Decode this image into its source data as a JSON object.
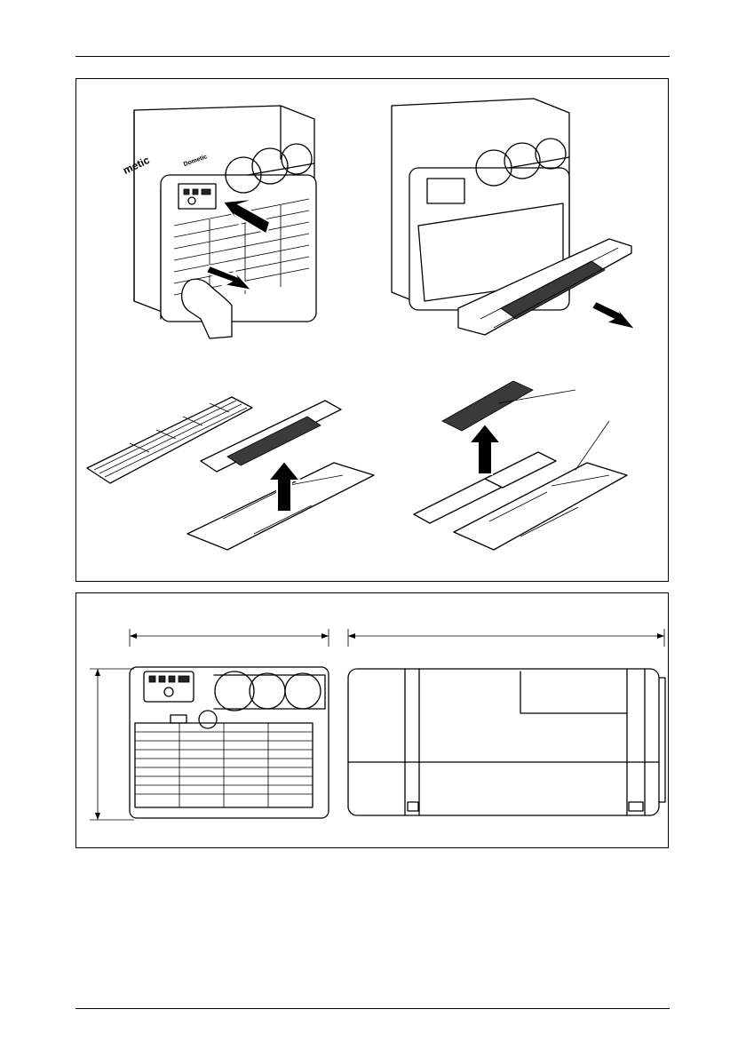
{
  "brand": {
    "large_text": "metic",
    "small_text": "Dometic"
  },
  "panels": {
    "filter_steps": {
      "steps": [
        "remove-grille",
        "pull-out-filter-frame",
        "separate-grille-and-frame",
        "separate-carbon-filter"
      ]
    },
    "dimensions": {
      "views": [
        "front-view",
        "side-view"
      ]
    }
  },
  "icons": {
    "push": "arrow-icon",
    "hand": "hand-icon"
  },
  "colors": {
    "line": "#000000",
    "filter_mesh": "#3a3a3a",
    "background": "#ffffff"
  }
}
